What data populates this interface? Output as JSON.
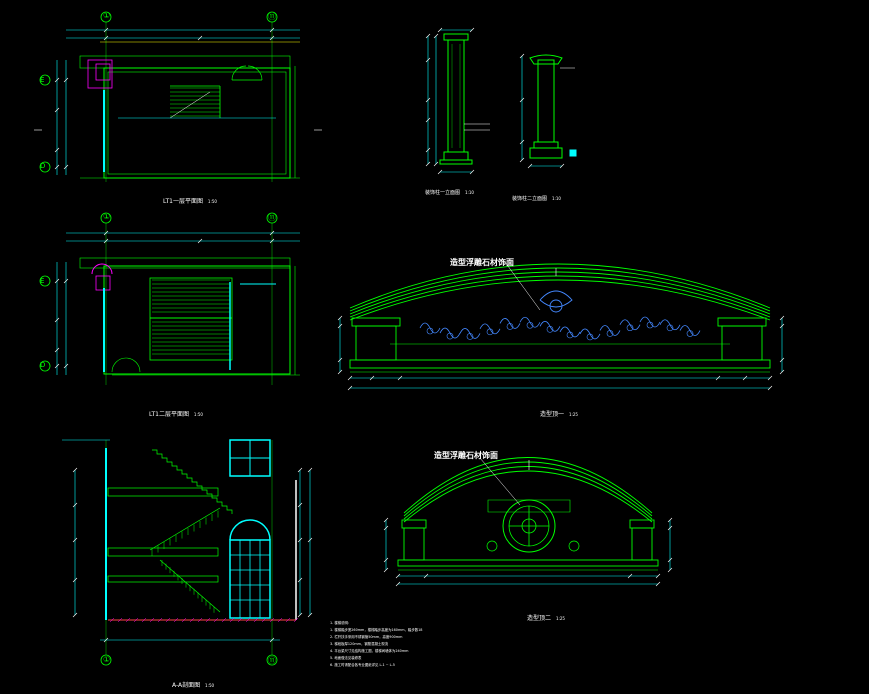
{
  "colors": {
    "background": "#000000",
    "wall": "#00ff00",
    "dimension": "#00ffff",
    "axis": "#00ff00",
    "accent": "#ff00ff",
    "yellow": "#ffff00",
    "white": "#ffffff",
    "ornament": "#4488ff",
    "hatch": "#ff4444"
  },
  "captions": {
    "plan1": "LT1一层平面图",
    "plan1_scale": "1:50",
    "plan2": "LT1二层平面图",
    "plan2_scale": "1:50",
    "section": "A-A剖面图",
    "section_scale": "1:50",
    "column1": "装饰柱一立面图",
    "column1_scale": "1:10",
    "column2": "装饰柱二立面图",
    "column2_scale": "1:10",
    "pediment1": "造型顶一",
    "pediment1_scale": "1:25",
    "pediment2": "造型顶二",
    "pediment2_scale": "1:25"
  },
  "callouts": {
    "relief1": "造型浮雕石材饰面",
    "relief2": "造型浮雕石材饰面"
  },
  "axes": {
    "plan1": [
      "①",
      "⑪",
      "E",
      "D"
    ],
    "plan2": [
      "①",
      "⑪",
      "E",
      "D"
    ],
    "section": [
      "①",
      "⑪"
    ]
  },
  "notes": {
    "title": "1. 楼梯说明：",
    "lines": [
      "1. 楼梯踏步宽260mm，楼梯踏步高度为160mm，踏步数18",
      "2. 栏杆扶手采用不锈钢管50mm，高度900mm",
      "3. 梯段板厚120mm，钢筋混凝土现浇",
      "4. 平台梁尺寸见结构施工图，楼梯间墙体为240mm",
      "5. 地面做法见装修表",
      "6. 施工时请配合各专业图纸详见 L-1 ~ L-5"
    ]
  }
}
